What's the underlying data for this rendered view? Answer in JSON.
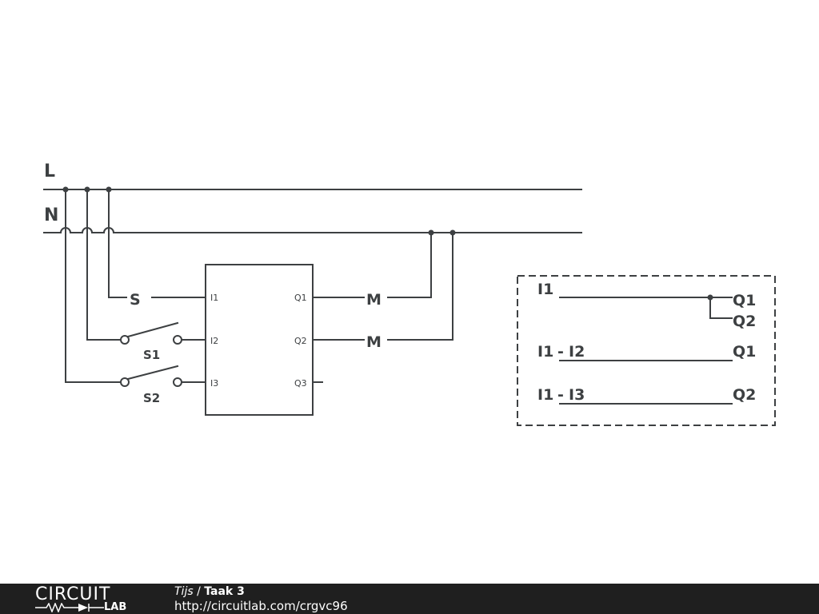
{
  "schematic": {
    "rail_l": "L",
    "rail_n": "N",
    "sensor": "S",
    "switch_1": "S1",
    "switch_2": "S2",
    "motor_1": "M",
    "motor_2": "M",
    "module_pins": {
      "i1": "I1",
      "i2": "I2",
      "i3": "I3",
      "q1": "Q1",
      "q2": "Q2",
      "q3": "Q3"
    },
    "logic_box": {
      "row1_in": "I1",
      "row1_out_a": "Q1",
      "row1_out_b": "Q2",
      "row2_in_a": "I1",
      "row2_sep": "-",
      "row2_in_b": "I2",
      "row2_out": "Q1",
      "row3_in_a": "I1",
      "row3_sep": "-",
      "row3_in_b": "I3",
      "row3_out": "Q2"
    }
  },
  "footer": {
    "logo_top": "CIRCUIT",
    "logo_bottom": "LAB",
    "author": "Tijs",
    "separator": " / ",
    "title": "Taak 3",
    "url": "http://circuitlab.com/crgvc96"
  },
  "colors": {
    "ink": "#3d4042",
    "footer_bg": "#1f1f1f",
    "footer_text": "#ffffff"
  }
}
